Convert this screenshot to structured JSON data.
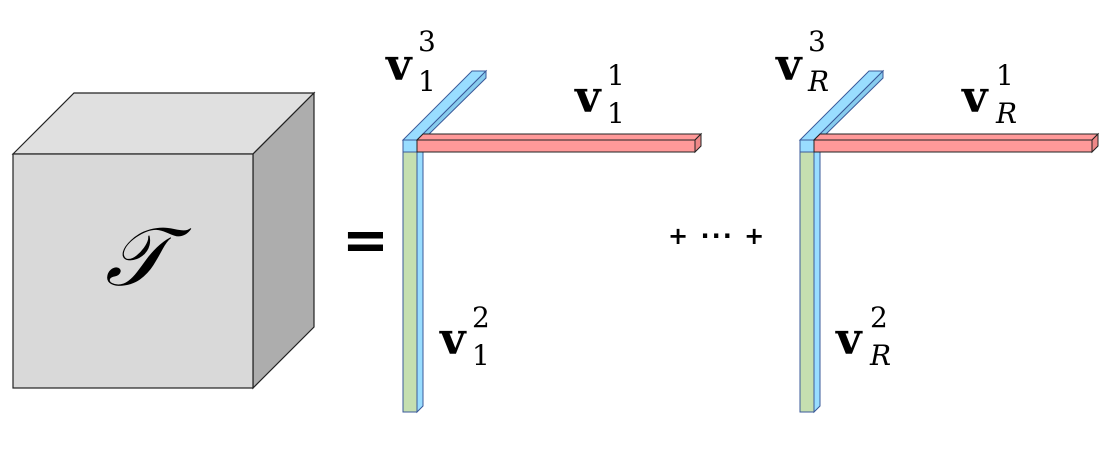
{
  "tensor": {
    "symbol": "𝒯",
    "color_front": "#d9d9d9",
    "color_top": "#e0e0e0",
    "color_side": "#adadad"
  },
  "equals": "=",
  "separator": "+ ··· +",
  "colors": {
    "mode1": "#ff9999",
    "mode2": "#c5dfb0",
    "mode3": "#99ddff"
  },
  "components": [
    {
      "v1": {
        "base": "v",
        "sup": "1",
        "sub": "1"
      },
      "v2": {
        "base": "v",
        "sup": "2",
        "sub": "1"
      },
      "v3": {
        "base": "v",
        "sup": "3",
        "sub": "1"
      }
    },
    {
      "v1": {
        "base": "v",
        "sup": "1",
        "sub": "R"
      },
      "v2": {
        "base": "v",
        "sup": "2",
        "sub": "R"
      },
      "v3": {
        "base": "v",
        "sup": "3",
        "sub": "R"
      }
    }
  ]
}
